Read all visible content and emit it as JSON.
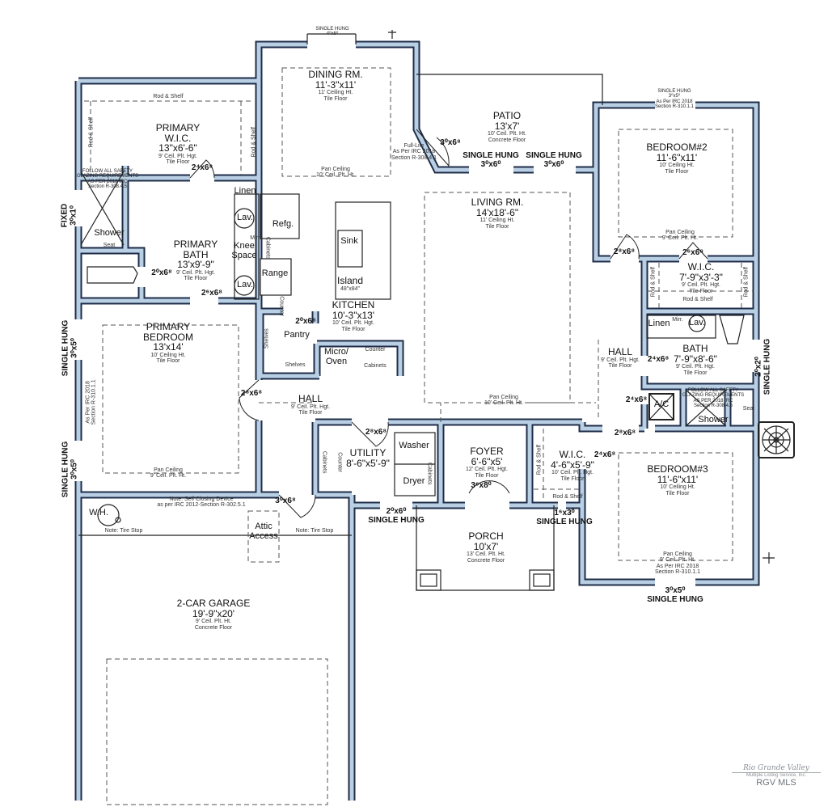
{
  "colors": {
    "wall_fill": "#b9cfe3",
    "wall_outline": "#1f2d4a",
    "line": "#222222",
    "logo": "#8a8f96"
  },
  "labels": {
    "top_window": [
      "SINGLE HUNG",
      "4⁰x6⁰"
    ],
    "dining": [
      "DINING RM.",
      "11'-3\"x11'",
      "11' Ceiling Ht.",
      "Tile Floor"
    ],
    "dining_pan": [
      "Pan Ceiling",
      "10' Ceil. Plt. Ht."
    ],
    "patio": [
      "PATIO",
      "13'x7'",
      "10' Ceil. Plt. Ht.",
      "Concrete Floor"
    ],
    "fulllite": [
      "Full-Lite",
      "As Per IRC 2018",
      "Section R-308.4.1"
    ],
    "patio_door": [
      "3⁰x6⁸"
    ],
    "patio_win1": [
      "SINGLE HUNG",
      "3⁰x6⁰"
    ],
    "patio_win2": [
      "SINGLE HUNG",
      "3⁰x6⁰"
    ],
    "br2_window": [
      "SINGLE HUNG",
      "3⁰x5⁰",
      "As Per IRC 2018",
      "Section R-310.1.1"
    ],
    "bedroom2": [
      "BEDROOM#2",
      "11'-6\"x11'",
      "10' Ceiling Ht.",
      "Tile Floor"
    ],
    "br2_pan": [
      "Pan Ceiling",
      "9' Ceil. Plt. Ht."
    ],
    "living": [
      "LIVING RM.",
      "14'x18'-6\"",
      "11' Ceiling Ht.",
      "Tile Floor"
    ],
    "living_pan": [
      "Pan Ceiling",
      "10' Ceil. Plt. Ht."
    ],
    "primary_wic": [
      "PRIMARY",
      "W.I.C.",
      "13\"x6'-6\"",
      "9' Ceil. Plt. Hgt.",
      "Tile Floor"
    ],
    "pwic_rod_top": [
      "Rod & Shelf"
    ],
    "pwic_rod_left": [
      "Rod & Shelf"
    ],
    "pwic_rod_right": [
      "Rod & Shelf"
    ],
    "pwic_door": [
      "2⁴x6⁸"
    ],
    "safety_left": [
      "FOLLOW ALL SAFETY",
      "GLAZING REQUIREMENTS",
      "AS PER 2018 IRC",
      "Section R-308.4.5"
    ],
    "shower_left": [
      "Shower"
    ],
    "seat_left": [
      "Seat"
    ],
    "fixed_window": [
      "FIXED",
      "3⁰x1⁰"
    ],
    "linen_left": [
      "Linen"
    ],
    "lav1": [
      "Lav."
    ],
    "mirr_left": [
      "Mirr."
    ],
    "knee": [
      "Knee",
      "Space"
    ],
    "lav2": [
      "Lav."
    ],
    "primary_bath": [
      "PRIMARY",
      "BATH",
      "13'x9'-9\"",
      "9' Ceil. Plt. Hgt.",
      "Tile Floor"
    ],
    "pb_door1": [
      "2⁰x6⁸"
    ],
    "pb_door2": [
      "2⁶x6⁸"
    ],
    "refg": [
      "Refg."
    ],
    "k_cabinets": [
      "Cabinets"
    ],
    "range": [
      "Range"
    ],
    "k_counter_v": [
      "Counter"
    ],
    "sink": [
      "Sink"
    ],
    "island": [
      "Island",
      "48\"x84\""
    ],
    "kitchen": [
      "KITCHEN",
      "10'-3\"x13'",
      "10' Ceil. Plt. Hgt.",
      "Tile Floor"
    ],
    "pantry": [
      "Pantry"
    ],
    "pantry_door": [
      "2⁰x6⁸"
    ],
    "shelves_v": [
      "Shelves"
    ],
    "shelves_h": [
      "Shelves"
    ],
    "micro": [
      "Micro/",
      "Oven"
    ],
    "k_counter": [
      "Counter"
    ],
    "k_cabinets2": [
      "Cabinets"
    ],
    "primary_bedroom": [
      "PRIMARY",
      "BEDROOM",
      "13'x14'",
      "10' Ceiling Ht.",
      "Tile Floor"
    ],
    "pbr_pan": [
      "Pan Ceiling",
      "9' Ceil. Plt. Ht."
    ],
    "pbr_win1": [
      "SINGLE HUNG",
      "3⁰x5⁰"
    ],
    "pbr_win2": [
      "SINGLE HUNG",
      "3⁰x5⁰"
    ],
    "pbr_irc": [
      "As Per IRC 2018",
      "Section R-310.1.1"
    ],
    "pbr_door": [
      "2⁸x6⁸"
    ],
    "hall_center": [
      "HALL",
      "9' Ceil. Plt. Hgt.",
      "Tile Floor"
    ],
    "utility": [
      "UTILITY",
      "8'-6\"x5'-9\""
    ],
    "util_door": [
      "2⁸x6⁸"
    ],
    "util_cab": [
      "Cabinets"
    ],
    "util_counter": [
      "Counter"
    ],
    "washer": [
      "Washer"
    ],
    "dryer": [
      "Dryer"
    ],
    "util_cab2": [
      "Cabinets"
    ],
    "util_win": [
      "2⁰x6⁰",
      "SINGLE HUNG"
    ],
    "foyer": [
      "FOYER",
      "6'-6\"x5'",
      "12' Ceil. Plt. Hgt.",
      "Tile Floor"
    ],
    "foyer_door": [
      "3⁶x8⁰"
    ],
    "porch": [
      "PORCH",
      "10'x7'",
      "13' Ceil. Plt. Ht.",
      "Concrete Floor"
    ],
    "wic3": [
      "W.I.C.",
      "4'-6\"x5'-9\"",
      "10' Ceil. Plt. Hgt.",
      "Tile Floor"
    ],
    "wic3_rod": [
      "Rod & Shelf"
    ],
    "wic3_rod_v": [
      "Rod & Shelf"
    ],
    "wic3_door": [
      "2⁴x6⁸"
    ],
    "wic3_win": [
      "1⁶x3⁰",
      "SINGLE HUNG"
    ],
    "hall_right": [
      "HALL",
      "9' Ceil. Plt. Hgt.",
      "Tile Floor"
    ],
    "br2_door": [
      "2⁸x6⁸"
    ],
    "br2wic_door": [
      "2⁶x6⁸"
    ],
    "bath_door": [
      "2⁴x6⁸"
    ],
    "ac_door": [
      "2⁴x6⁸"
    ],
    "br3_door": [
      "2⁸x6⁸"
    ],
    "br2_wic": [
      "W.I.C.",
      "7'-9\"x3'-3\"",
      "9' Ceil. Plt. Hgt.",
      "Tile Floor"
    ],
    "br2wic_rod": [
      "Rod & Shelf"
    ],
    "br2wic_rod_l": [
      "Rod & Shelf"
    ],
    "br2wic_rod_r": [
      "Rod & Shelf"
    ],
    "linen_right": [
      "Linen"
    ],
    "mirr_right": [
      "Mirr."
    ],
    "lav3": [
      "Lav."
    ],
    "bath": [
      "BATH",
      "7'-9\"x8'-6\"",
      "9' Ceil. Plt. Hgt.",
      "Tile Floor"
    ],
    "bath_win": [
      "2⁰x2⁰",
      "SINGLE HUNG"
    ],
    "ac": [
      "A/C"
    ],
    "safety_right": [
      "FOLLOW ALL SAFETY",
      "GLAZING REQUIREMENTS",
      "AS PER 2018 IRC",
      "Section R-308.4.5"
    ],
    "shower_right": [
      "Shower"
    ],
    "seat_right": [
      "Seat"
    ],
    "bedroom3": [
      "BEDROOM#3",
      "11'-6\"x11'",
      "10' Ceiling Ht.",
      "Tile Floor"
    ],
    "br3_pan": [
      "Pan Ceiling",
      "9' Ceil. Plt. Ht.",
      "As Per IRC 2018",
      "Section R-310.1.1"
    ],
    "br3_win": [
      "3⁰x5⁰",
      "SINGLE HUNG"
    ],
    "garage": [
      "2-CAR GARAGE",
      "19'-9\"x20'",
      "9' Ceil. Plt. Ht.",
      "Concrete Floor"
    ],
    "wh": [
      "W.H."
    ],
    "self_closing": [
      "Note: Self Closing Device",
      "as per IRC 2012-Section R-302.5.1"
    ],
    "tire_left": [
      "Note: Tire Stop"
    ],
    "tire_right": [
      "Note: Tire Stop"
    ],
    "attic": [
      "Attic",
      "Access"
    ],
    "garage_door": [
      "3⁰x6⁸"
    ]
  },
  "logo": {
    "line1": "Rio Grande Valley",
    "line2": "Multiple Listing Service, Inc.",
    "line3": "RGV MLS"
  }
}
